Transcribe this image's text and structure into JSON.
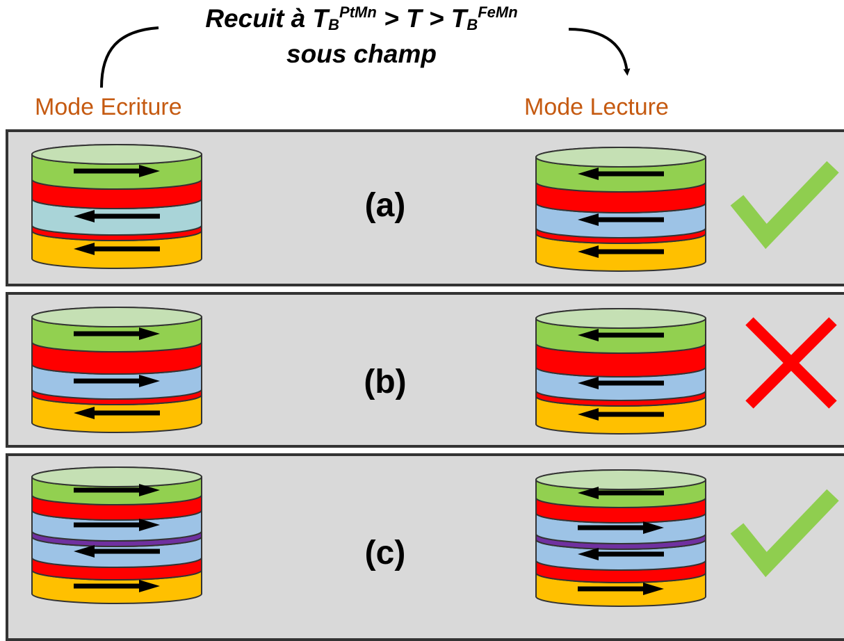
{
  "header": {
    "title_prefix": "Recuit à T",
    "t1_sub": "B",
    "t1_sup": "PtMn",
    "middle": " > T > T",
    "t2_sub": "B",
    "t2_sup": "FeMn",
    "line2": "sous champ"
  },
  "modes": {
    "write": "Mode Ecriture",
    "read": "Mode Lecture"
  },
  "panels": [
    {
      "label": "(a)",
      "result": "check"
    },
    {
      "label": "(b)",
      "result": "cross"
    },
    {
      "label": "(c)",
      "result": "check"
    }
  ],
  "colors": {
    "green": "#92D050",
    "green_top": "#C5E0B4",
    "red": "#FF0000",
    "blue": "#9DC3E6",
    "teal": "#A9D4D8",
    "orange": "#FFC000",
    "purple": "#7030A0",
    "panel_bg": "#D9D9D9",
    "mode_text": "#C55A11",
    "check": "#8FCE4F",
    "cross": "#FF0000"
  }
}
